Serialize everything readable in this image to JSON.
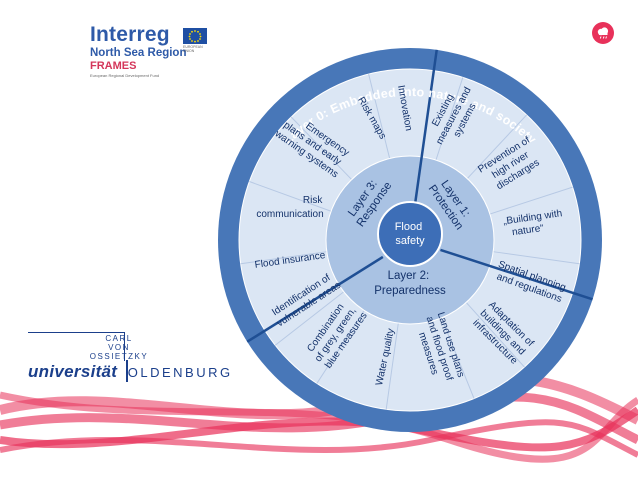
{
  "logos": {
    "interreg_word": "Interreg",
    "interreg_region": "North Sea Region",
    "interreg_project": "FRAMES",
    "interreg_fund": "European Regional Development Fund",
    "eu_label": "EUROPEAN UNION",
    "uni_name_lines": [
      "CARL",
      "VON",
      "OSSIETZKY"
    ],
    "uni_word": "universität",
    "uni_city": "OLDENBURG"
  },
  "diagram": {
    "outer_ring_label": "Layer 0: Embedded into nature and society",
    "center_label": [
      "Flood",
      "safety"
    ],
    "layers": [
      {
        "id": "layer1",
        "label": [
          "Layer 1:",
          "Protection"
        ]
      },
      {
        "id": "layer2",
        "label": [
          "Layer 2:",
          "Preparedness"
        ]
      },
      {
        "id": "layer3",
        "label": [
          "Layer 3:",
          "Response"
        ]
      }
    ],
    "measures": [
      {
        "id": "existing-measures",
        "lines": [
          "Existing",
          "measures and",
          "systems"
        ]
      },
      {
        "id": "prevention",
        "lines": [
          "Prevention of",
          "high river",
          "discharges"
        ]
      },
      {
        "id": "building-with-nature",
        "lines": [
          "„Building with",
          "nature“"
        ]
      },
      {
        "id": "spatial-planning",
        "lines": [
          "Spatial planning",
          "and regulations"
        ]
      },
      {
        "id": "adaptation",
        "lines": [
          "Adaptation of",
          "buildings and",
          "infrastructure"
        ]
      },
      {
        "id": "land-use",
        "lines": [
          "Land use plans",
          "and flood proof",
          "measures"
        ]
      },
      {
        "id": "water-quality",
        "lines": [
          "Water quality"
        ]
      },
      {
        "id": "combination",
        "lines": [
          "Combination",
          "of grey, green,",
          "blue measures"
        ]
      },
      {
        "id": "identification",
        "lines": [
          "Identification of",
          "vulnerable areas"
        ]
      },
      {
        "id": "flood-insurance",
        "lines": [
          "Flood insurance"
        ]
      },
      {
        "id": "risk-communication",
        "lines": [
          "Risk",
          "communication"
        ]
      },
      {
        "id": "emergency-plans",
        "lines": [
          "Emergency",
          "plans and early",
          "warning systems"
        ]
      },
      {
        "id": "risk-maps",
        "lines": [
          "Risk maps"
        ]
      },
      {
        "id": "innovation",
        "lines": [
          "Innovation"
        ]
      }
    ]
  },
  "colors": {
    "outer_ring": "#4877b8",
    "segment_fill": "#dbe6f4",
    "inner_ring": "#a9c2e3",
    "center": "#3d6eb7",
    "divider": "#1f4f94",
    "ribbon": "#e8315a"
  }
}
